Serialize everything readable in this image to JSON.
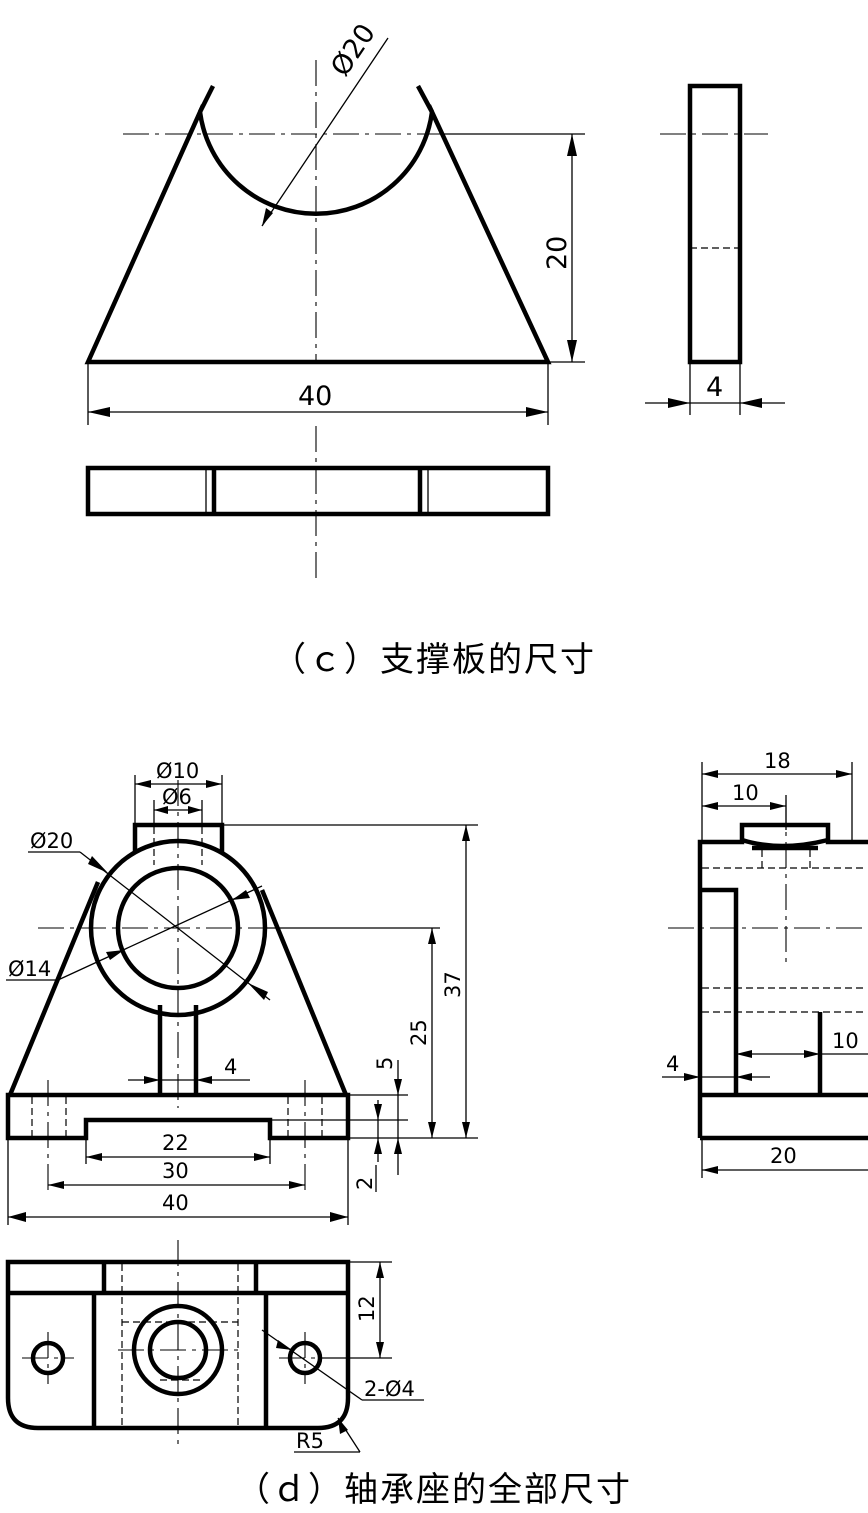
{
  "captions": {
    "c": "（ｃ）支撑板的尺寸",
    "d": "（ｄ）轴承座的全部尺寸"
  },
  "support_plate": {
    "dims": {
      "dia": "Ø20",
      "height": "20",
      "width": "40",
      "thickness": "4"
    }
  },
  "bearing_seat": {
    "front_dims": {
      "d10": "Ø10",
      "d6": "Ø6",
      "d20": "Ø20",
      "d14": "Ø14",
      "rib": "4",
      "base_step": "5",
      "center_h": "25",
      "total_h": "37",
      "recess_w": "22",
      "hole_span": "30",
      "base_w": "40",
      "recess_h": "2"
    },
    "side_dims": {
      "total_d": "18",
      "boss_pos": "10",
      "rib_h": "10",
      "plate_t": "4",
      "base_d": "20"
    },
    "top_dims": {
      "depth": "12",
      "holes": "2-Ø4",
      "radius": "R5"
    }
  }
}
